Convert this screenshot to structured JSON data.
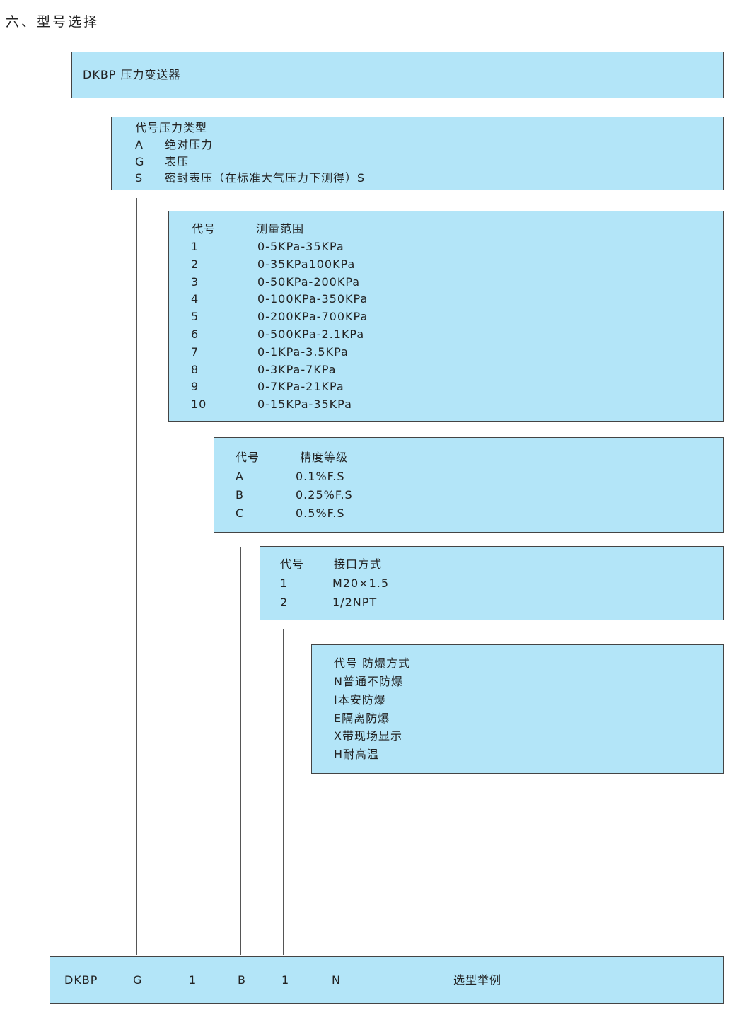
{
  "title": "六、型号选择",
  "product": {
    "label": "DKBP 压力变送器"
  },
  "pressure_type": {
    "header": "代号压力类型",
    "rows": [
      {
        "code": "A",
        "desc": "绝对压力"
      },
      {
        "code": "G",
        "desc": "表压"
      },
      {
        "code": "S",
        "desc": "密封表压（在标准大气压力下测得）S"
      }
    ]
  },
  "range": {
    "header_code": "代号",
    "header_desc": "测量范围",
    "rows": [
      {
        "code": "1",
        "desc": "0-5KPa-35KPa"
      },
      {
        "code": "2",
        "desc": "0-35KPa100KPa"
      },
      {
        "code": "3",
        "desc": "0-50KPa-200KPa"
      },
      {
        "code": "4",
        "desc": "0-100KPa-350KPa"
      },
      {
        "code": "5",
        "desc": "0-200KPa-700KPa"
      },
      {
        "code": "6",
        "desc": "0-500KPa-2.1KPa"
      },
      {
        "code": "7",
        "desc": "0-1KPa-3.5KPa"
      },
      {
        "code": "8",
        "desc": "0-3KPa-7KPa"
      },
      {
        "code": "9",
        "desc": "0-7KPa-21KPa"
      },
      {
        "code": "10",
        "desc": "0-15KPa-35KPa"
      }
    ]
  },
  "accuracy": {
    "header_code": "代号",
    "header_desc": "精度等级",
    "rows": [
      {
        "code": "A",
        "desc": "0.1%F.S"
      },
      {
        "code": "B",
        "desc": "0.25%F.S"
      },
      {
        "code": "C",
        "desc": "0.5%F.S"
      }
    ]
  },
  "connection": {
    "header_code": "代号",
    "header_desc": "接口方式",
    "rows": [
      {
        "code": "1",
        "desc": "M20×1.5"
      },
      {
        "code": "2",
        "desc": "1/2NPT"
      }
    ]
  },
  "explosion": {
    "header": "代号  防爆方式",
    "rows": [
      "N普通不防爆",
      "I本安防爆",
      "E隔离防爆",
      "X带现场显示",
      "H耐高温"
    ]
  },
  "example": {
    "parts": [
      "DKBP",
      "G",
      "1",
      "B",
      "1",
      "N"
    ],
    "label": "选型举例"
  },
  "colors": {
    "box_fill": "#b3e5f8",
    "border": "#444444"
  }
}
